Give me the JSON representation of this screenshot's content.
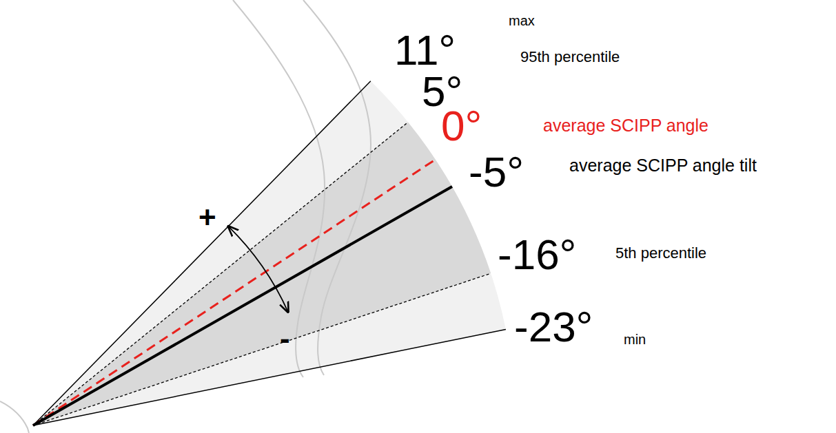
{
  "diagram": {
    "labels": [
      "11°",
      "max",
      "5°",
      "95th percentile",
      "0°",
      "average SCIPP angle",
      "-5°",
      "average SCIPP angle tilt",
      "-16°",
      "5th percentile",
      "-23°",
      "min",
      "+",
      "-"
    ]
  }
}
